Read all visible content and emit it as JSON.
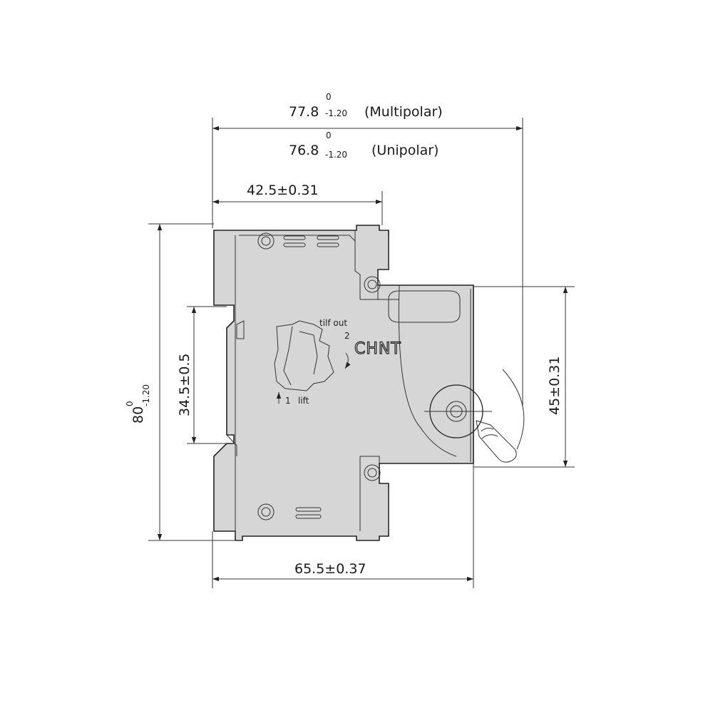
{
  "dimensions": {
    "overall_multipolar": {
      "value": "77.8",
      "upper": "0",
      "lower": "-1.20",
      "note": "(Multipolar)"
    },
    "overall_unipolar": {
      "value": "76.8",
      "upper": "0",
      "lower": "-1.20",
      "note": "(Unipolar)"
    },
    "rail_to_face": {
      "text": "42.5±0.31"
    },
    "height": {
      "value": "80",
      "upper": "0",
      "lower": "-1.20"
    },
    "rail_height": {
      "text": "34.5±0.5"
    },
    "face_height": {
      "text": "45±0.31"
    },
    "depth": {
      "text": "65.5±0.37"
    }
  },
  "labels": {
    "brand": "CHNT",
    "tilt_out": "tilf out",
    "step_2": "2",
    "step_1": "1",
    "lift": "lift"
  },
  "colors": {
    "body_fill": "#d6d6d6",
    "line": "#222222"
  }
}
